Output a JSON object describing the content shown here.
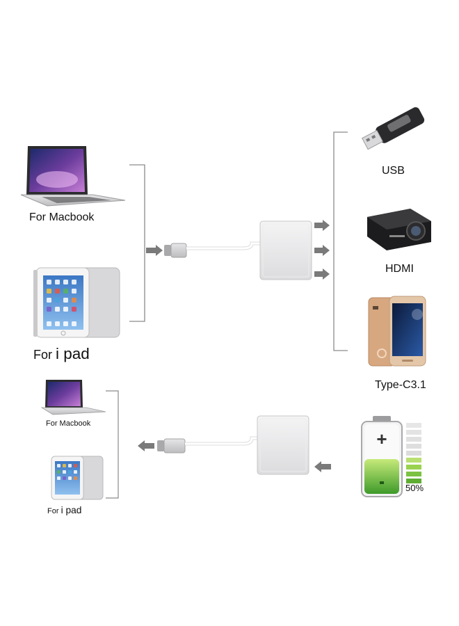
{
  "top": {
    "inputs": {
      "macbook": {
        "label": "For Macbook"
      },
      "ipad": {
        "label_prefix": "For",
        "label_main": "i pad"
      }
    },
    "outputs": {
      "usb": {
        "label": "USB"
      },
      "hdmi": {
        "label": "HDMI"
      },
      "typec": {
        "label": "Type-C3.1"
      }
    }
  },
  "bottom": {
    "outputs": {
      "macbook": {
        "label": "For Macbook"
      },
      "ipad": {
        "label_prefix": "For",
        "label_main": "i pad"
      }
    },
    "battery": {
      "percent_label": "50%",
      "level": 0.5
    }
  },
  "icons": [
    "laptop-icon",
    "tablet-icon",
    "usb-drive-icon",
    "projector-icon",
    "phone-icon",
    "battery-icon",
    "adapter-icon",
    "arrow-icon"
  ],
  "colors": {
    "arrow": "#7a7a7a",
    "bracket": "#8a8a8a",
    "adapter": "#e9e9ea",
    "battery_fill": "#7cc242"
  }
}
